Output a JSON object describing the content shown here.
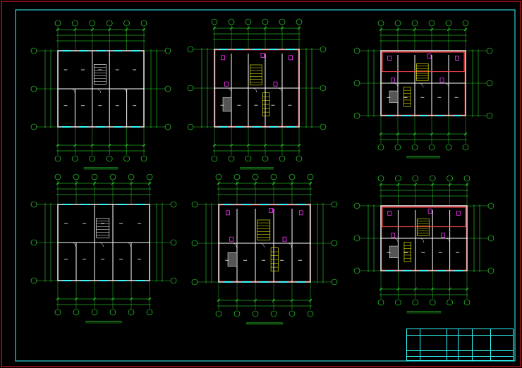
{
  "sheet": {
    "background": "#000000",
    "colors": {
      "frame_outer": "#ff2020",
      "frame_inner": "#33ffff",
      "dimension": "#33ff33",
      "wall": "#ffffff",
      "wall_accent": "#ff4444",
      "window": "#33ffff",
      "fixture": "#ff33ff",
      "stair": "#ffff00",
      "text": "#ffffff"
    }
  },
  "drawings": [
    {
      "id": "plan-1",
      "kind": "floor-plan",
      "caption": "",
      "scale": ""
    },
    {
      "id": "plan-2",
      "kind": "floor-plan",
      "caption": "",
      "scale": ""
    },
    {
      "id": "plan-3",
      "kind": "floor-plan",
      "caption": "",
      "scale": ""
    },
    {
      "id": "plan-4",
      "kind": "floor-plan",
      "caption": "",
      "scale": ""
    },
    {
      "id": "plan-5",
      "kind": "floor-plan",
      "caption": "",
      "scale": ""
    },
    {
      "id": "plan-6",
      "kind": "floor-plan",
      "caption": "",
      "scale": ""
    }
  ],
  "title_block": {
    "project_name": "",
    "cells": [
      "",
      "",
      "",
      "",
      "",
      ""
    ]
  }
}
